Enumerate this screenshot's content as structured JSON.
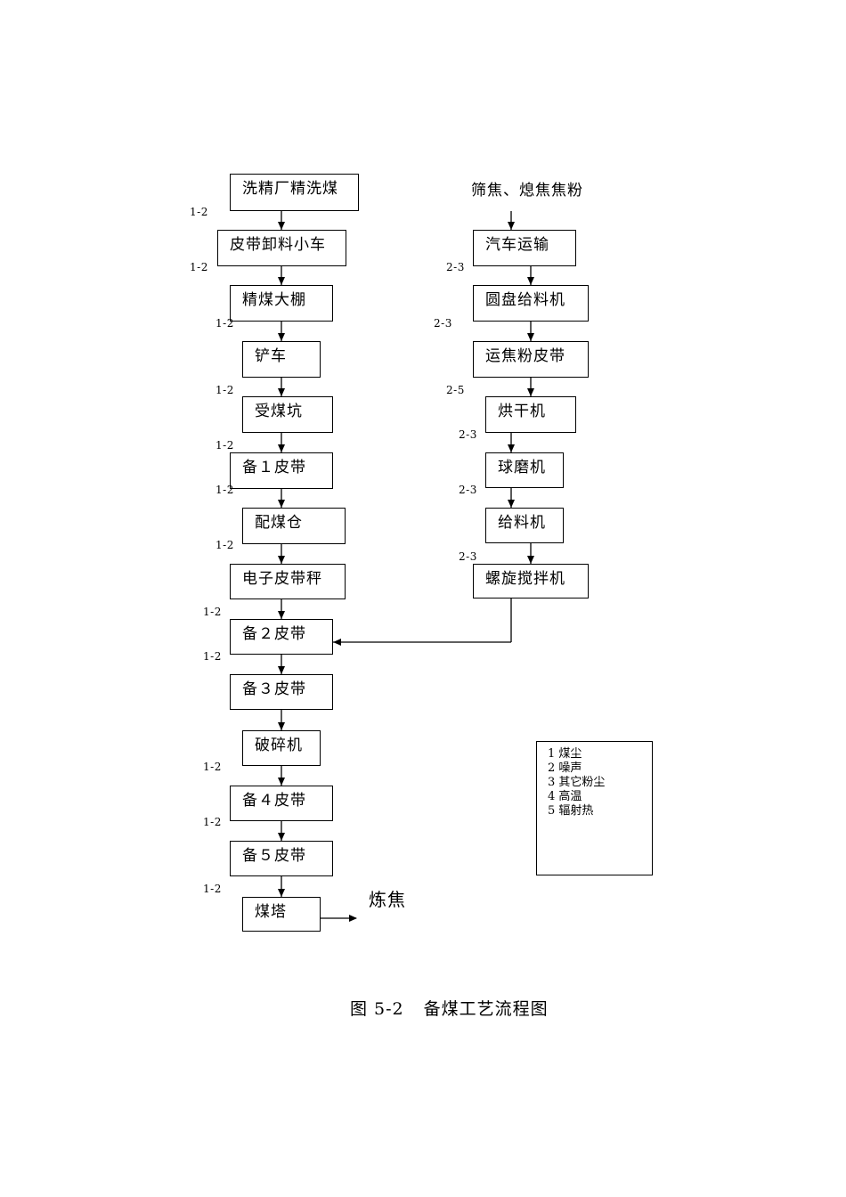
{
  "left_chain": [
    {
      "label": "洗精厂精洗煤"
    },
    {
      "label": "皮带卸料小车"
    },
    {
      "label": "精煤大棚"
    },
    {
      "label": "铲车"
    },
    {
      "label": "受煤坑"
    },
    {
      "label": "备１皮带"
    },
    {
      "label": "配煤仓"
    },
    {
      "label": "电子皮带秤"
    },
    {
      "label": "备２皮带"
    },
    {
      "label": "备３皮带"
    },
    {
      "label": "破碎机"
    },
    {
      "label": "备４皮带"
    },
    {
      "label": "备５皮带"
    },
    {
      "label": "煤塔"
    }
  ],
  "left_codes": [
    "1-2",
    "1-2",
    "1-2",
    "1-2",
    "1-2",
    "1-2",
    "1-2",
    "1-2",
    "1-2",
    "1-2",
    "1-2",
    "1-2"
  ],
  "right_source": "筛焦、熄焦焦粉",
  "right_chain": [
    {
      "label": "汽车运输"
    },
    {
      "label": "圆盘给料机"
    },
    {
      "label": "运焦粉皮带"
    },
    {
      "label": "烘干机"
    },
    {
      "label": "球磨机"
    },
    {
      "label": "给料机"
    },
    {
      "label": "螺旋搅拌机"
    }
  ],
  "right_codes": [
    "2-3",
    "2-3",
    "2-5",
    "2-3",
    "2-3",
    "2-3"
  ],
  "output_label": "炼焦",
  "legend": [
    "1 煤尘",
    "2  噪声",
    "3 其它粉尘",
    "4 高温",
    "5 辐射热"
  ],
  "caption": {
    "figure_no": "图 5-2",
    "title": "备煤工艺流程图"
  }
}
